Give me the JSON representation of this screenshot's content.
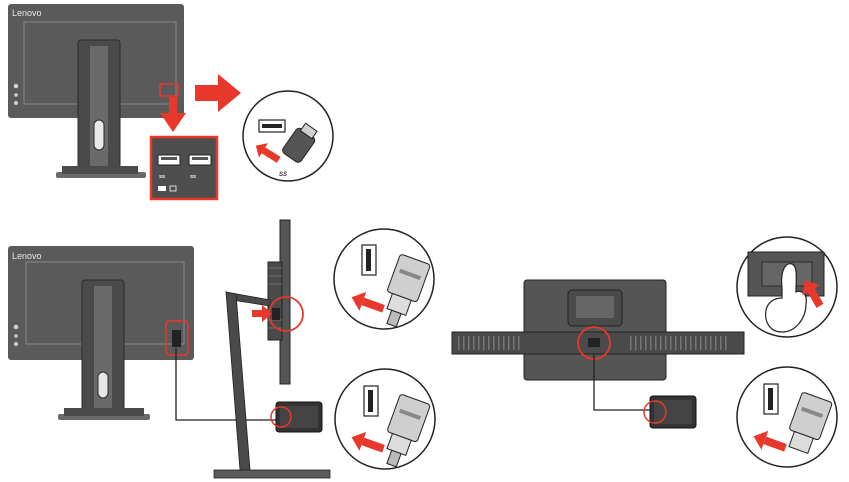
{
  "brand_text": "Lenovo",
  "usb_port_label": "SS",
  "usb_port_label_2": "SS",
  "usb_symbol": "⇠",
  "colors": {
    "monitor_body": "#5a5a5a",
    "monitor_dark": "#3a3a3a",
    "panel_outline": "#bfbfbf",
    "arrow_red": "#e8382b",
    "highlight_red": "#e8382b",
    "background": "#ffffff"
  },
  "icons": [
    "usb-flash-drive-icon",
    "usb-plug-icon",
    "finger-press-icon",
    "external-drive-icon",
    "usb-trident-icon"
  ]
}
